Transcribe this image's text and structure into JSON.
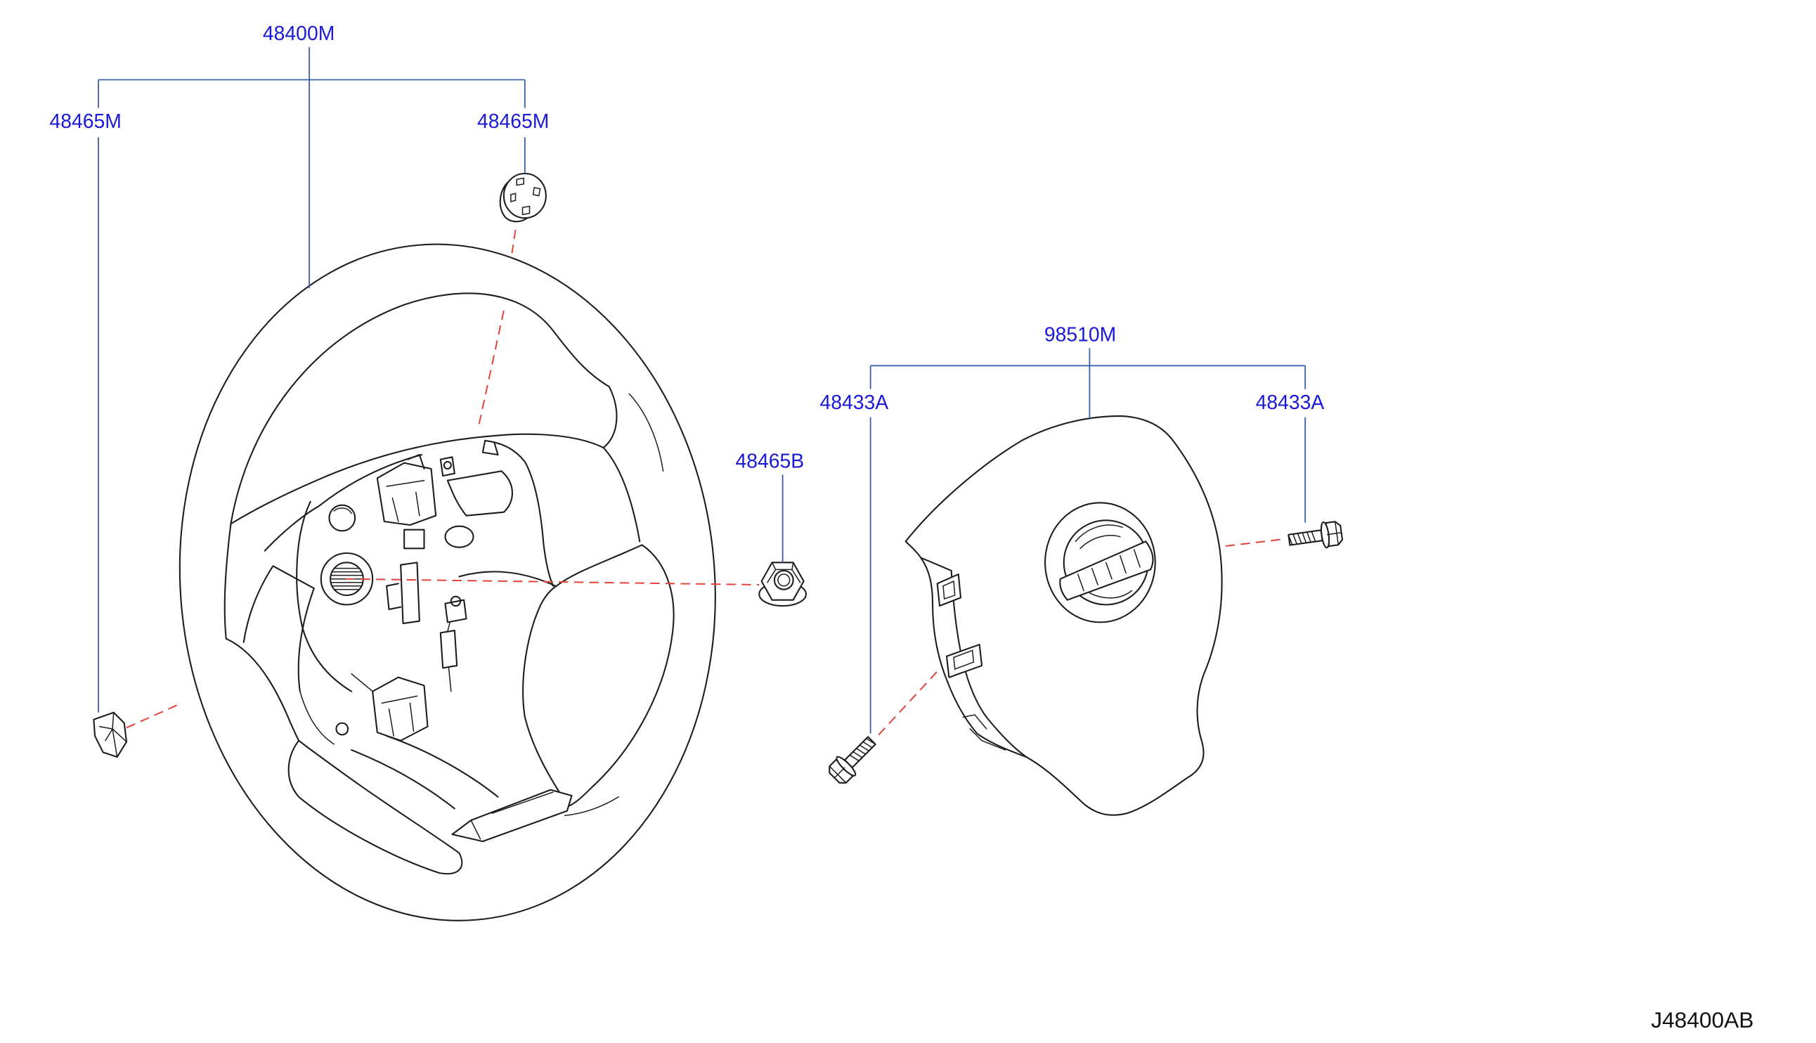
{
  "callouts": [
    "48400M",
    "48465M",
    "48465M",
    "48465B",
    "98510M",
    "48433A",
    "48433A"
  ],
  "drawing_code": "J48400AB",
  "colors": {
    "callout_text": "#1a1ad6",
    "leader_line": "#3d62ab",
    "center_line": "#e4423a",
    "outline": "#1d1d1d",
    "drawing_code_text": "#111111",
    "background": "#ffffff"
  }
}
